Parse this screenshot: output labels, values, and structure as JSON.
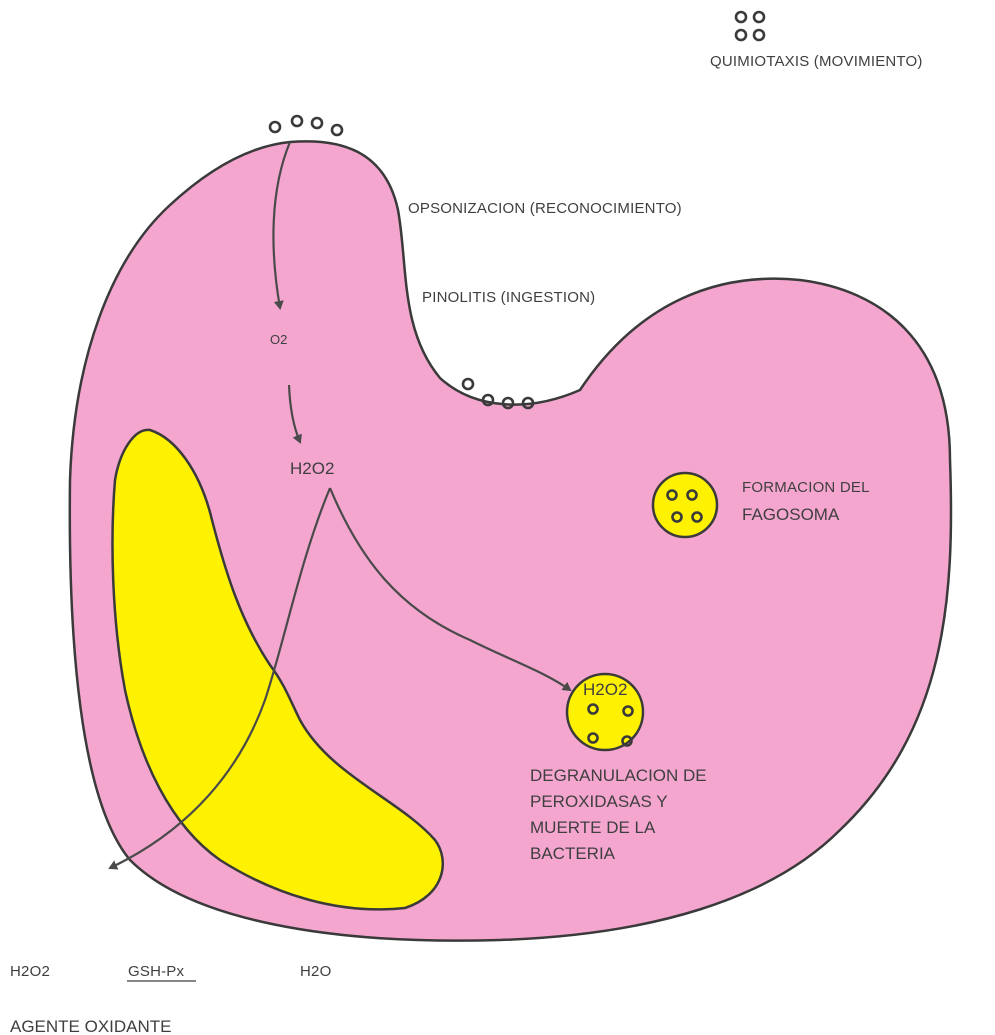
{
  "labels": {
    "quimiotaxis": "QUIMIOTAXIS (MOVIMIENTO)",
    "opsonizacion": "OPSONIZACION (RECONOCIMIENTO)",
    "pinolitis": "PINOLITIS (INGESTION)",
    "o2": "O2",
    "h2o2_center": "H2O2",
    "formacion_line1": "FORMACION DEL",
    "formacion_line2": "FAGOSOMA",
    "h2o2_vesicle": "H2O2",
    "degranulacion_line1": "DEGRANULACION DE",
    "degranulacion_line2": "PEROXIDASAS Y",
    "degranulacion_line3": "MUERTE DE LA",
    "degranulacion_line4": "BACTERIA",
    "reaction_reactant": "H2O2",
    "reaction_enzyme": "GSH-Px",
    "reaction_product": "H2O",
    "agente": "AGENTE OXIDANTE"
  },
  "colors": {
    "cell": "#f4a6cf",
    "nucleus": "#fff200",
    "vesicle": "#fff200",
    "outline": "#3a3a3a"
  }
}
